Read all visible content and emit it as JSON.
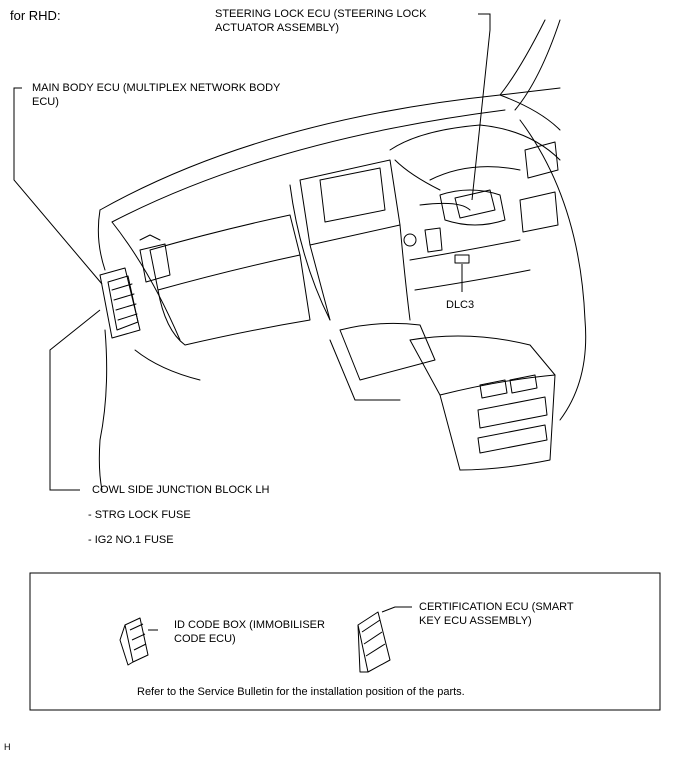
{
  "header": "for RHD:",
  "labels": {
    "steering_lock_ecu": [
      "STEERING LOCK ECU (STEERING LOCK",
      "ACTUATOR ASSEMBLY)"
    ],
    "main_body_ecu": [
      "MAIN BODY ECU (MULTIPLEX NETWORK BODY",
      "ECU)"
    ],
    "dlc3": "DLC3",
    "cowl_side_junction_block": "COWL SIDE JUNCTION BLOCK LH",
    "fuses": [
      "- STRG LOCK FUSE",
      "- IG2 NO.1 FUSE"
    ]
  },
  "inset": {
    "id_code_box": [
      "ID CODE BOX (IMMOBILISER",
      "CODE ECU)"
    ],
    "certification_ecu": [
      "CERTIFICATION ECU (SMART",
      "KEY ECU ASSEMBLY)"
    ],
    "note": "Refer to the Service Bulletin for the installation position of the parts."
  },
  "figure_code": "H"
}
